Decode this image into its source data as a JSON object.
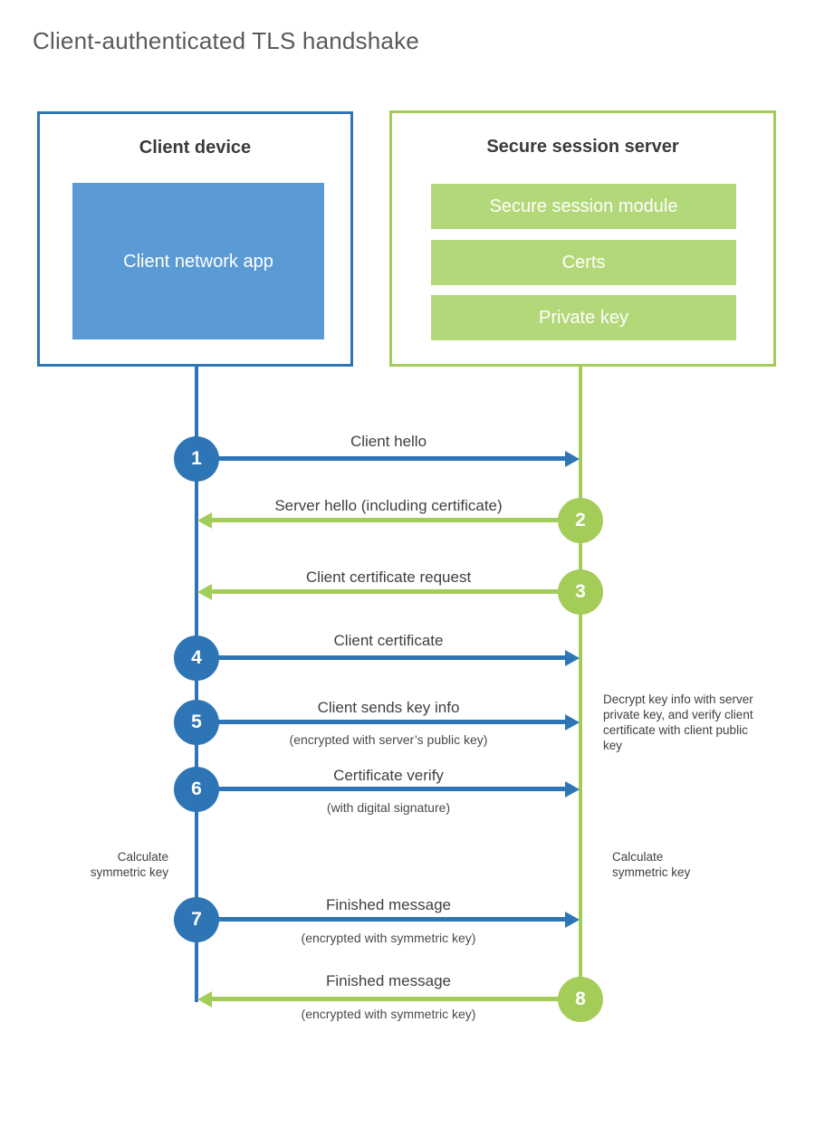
{
  "title": "Client-authenticated TLS handshake",
  "colors": {
    "blue": "#2E75B6",
    "blue_light": "#5B9BD5",
    "green": "#A3CD58",
    "green_light": "#B3D87A"
  },
  "client_box": {
    "title": "Client device",
    "app_label": "Client network app"
  },
  "server_box": {
    "title": "Secure session server",
    "modules": [
      "Secure session module",
      "Certs",
      "Private key"
    ]
  },
  "steps": [
    {
      "num": "1",
      "actor": "client",
      "direction": "right",
      "label": "Client hello",
      "sublabel": ""
    },
    {
      "num": "2",
      "actor": "server",
      "direction": "left",
      "label": "Server hello (including certificate)",
      "sublabel": ""
    },
    {
      "num": "3",
      "actor": "server",
      "direction": "left",
      "label": "Client certificate request",
      "sublabel": ""
    },
    {
      "num": "4",
      "actor": "client",
      "direction": "right",
      "label": "Client certificate",
      "sublabel": ""
    },
    {
      "num": "5",
      "actor": "client",
      "direction": "right",
      "label": "Client sends key info",
      "sublabel": "(encrypted with server’s public key)"
    },
    {
      "num": "6",
      "actor": "client",
      "direction": "right",
      "label": "Certificate verify",
      "sublabel": "(with digital signature)"
    },
    {
      "num": "7",
      "actor": "client",
      "direction": "right",
      "label": "Finished message",
      "sublabel": "(encrypted with symmetric key)"
    },
    {
      "num": "8",
      "actor": "server",
      "direction": "left",
      "label": "Finished message",
      "sublabel": "(encrypted with symmetric key)"
    }
  ],
  "annotations": {
    "decrypt_note": "Decrypt key info with server private key, and verify client certificate with client public key",
    "calc_left": "Calculate symmetric key",
    "calc_right": "Calculate symmetric key"
  }
}
